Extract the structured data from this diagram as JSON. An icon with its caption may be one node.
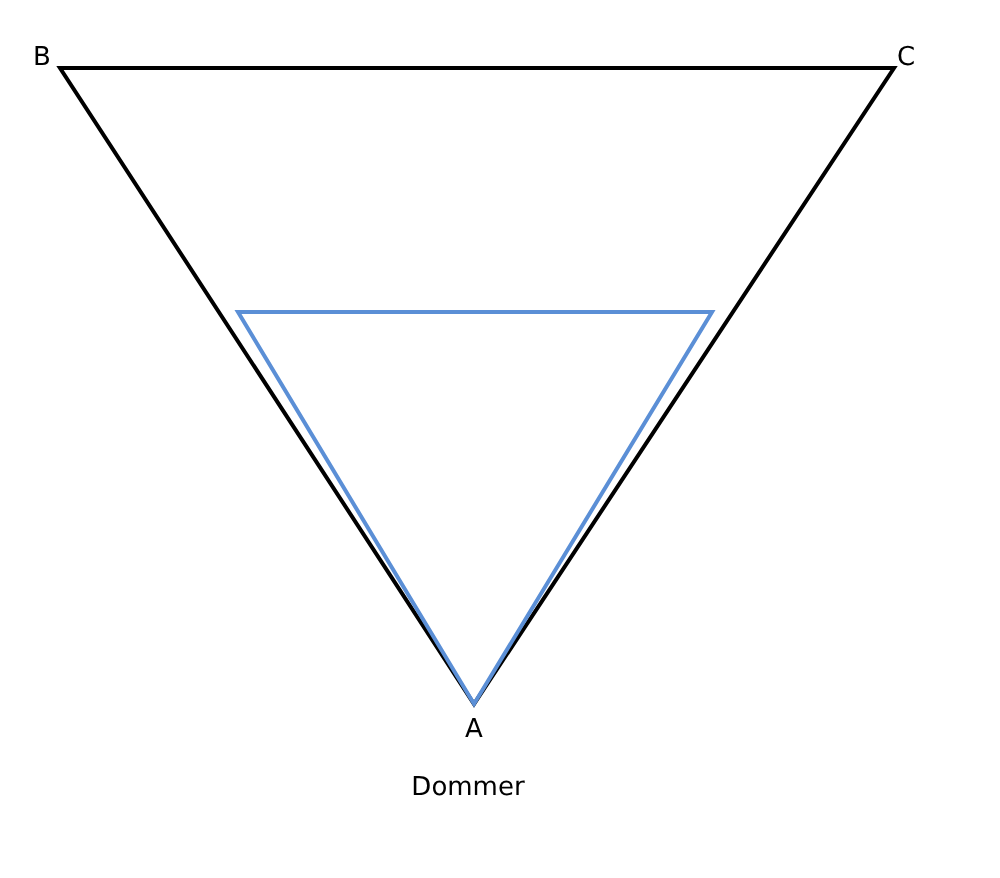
{
  "diagram": {
    "caption": "Dommer",
    "labels": [
      "B",
      "C",
      "A"
    ]
  }
}
